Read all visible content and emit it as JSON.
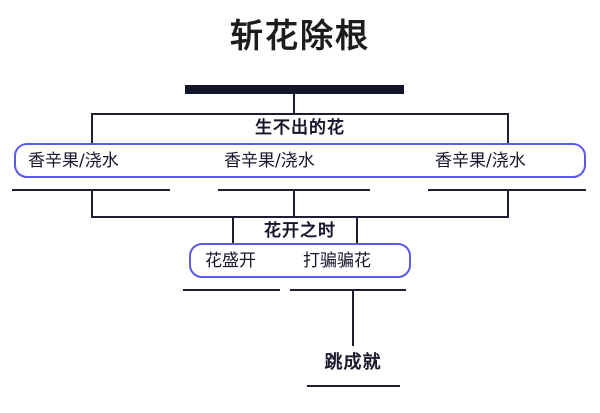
{
  "page": {
    "title": "斩花除根",
    "background_color": "#ffffff",
    "line_color": "#1d1d35",
    "pill_border_color": "#5a5ae8",
    "text_color": "#16162c"
  },
  "tree": {
    "root_bar": {
      "label": "斩花除根"
    },
    "level1": {
      "branch_label": "生不出的花",
      "options": [
        {
          "label": "香辛果/浇水"
        },
        {
          "label": "香辛果/浇水"
        },
        {
          "label": "香辛果/浇水"
        }
      ]
    },
    "level2": {
      "branch_label": "花开之时",
      "options": [
        {
          "label": "花盛开"
        },
        {
          "label": "打骗骗花"
        }
      ]
    },
    "level3": {
      "leaf_label": "跳成就"
    }
  }
}
